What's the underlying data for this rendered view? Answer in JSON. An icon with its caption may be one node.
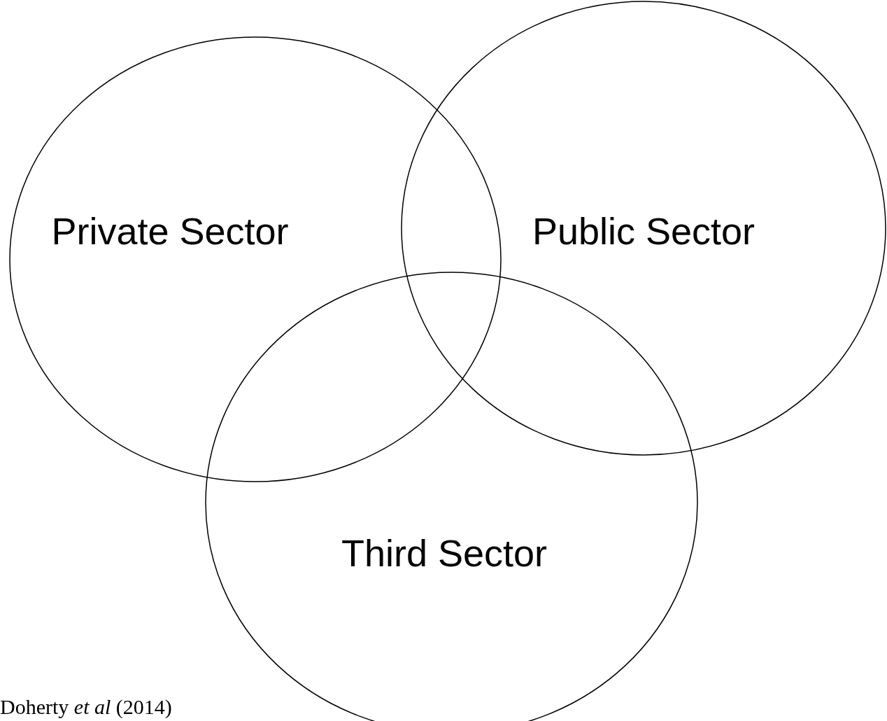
{
  "diagram": {
    "nodes": [
      {
        "text": [
          "Private Sector"
        ]
      },
      {
        "text": [
          "Public Sector"
        ]
      },
      {
        "text": [
          "Third Sector"
        ]
      }
    ],
    "labels": [
      "Doherty *et al* (2014)"
    ]
  }
}
